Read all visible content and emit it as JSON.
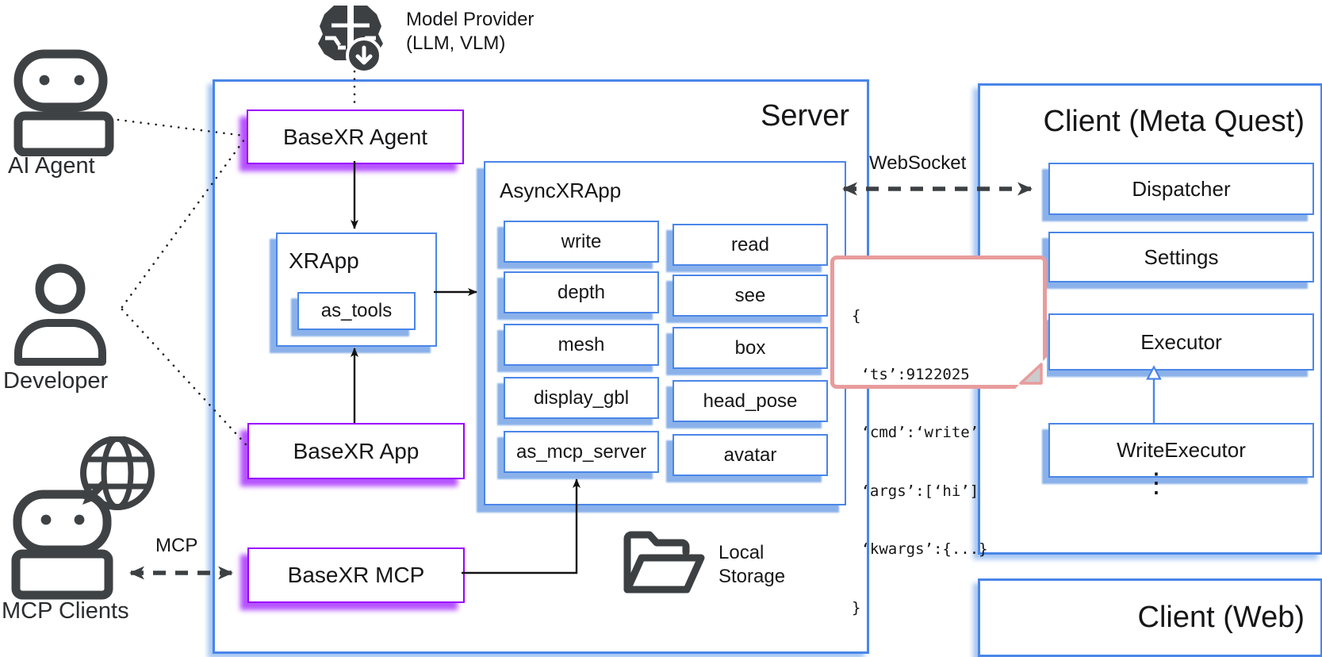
{
  "actors": {
    "ai_agent_label": "AI Agent",
    "developer_label": "Developer",
    "mcp_clients_label": "MCP Clients"
  },
  "model_provider": {
    "line1": "Model Provider",
    "line2": "(LLM, VLM)"
  },
  "server": {
    "title": "Server",
    "basexr_agent_label": "BaseXR Agent",
    "xrapp_label": "XRApp",
    "as_tools_label": "as_tools",
    "basexr_app_label": "BaseXR App",
    "basexr_mcp_label": "BaseXR MCP",
    "async_xrapp": {
      "title": "AsyncXRApp",
      "methods_left": [
        "write",
        "depth",
        "mesh",
        "display_gbl",
        "as_mcp_server"
      ],
      "methods_right": [
        "read",
        "see",
        "box",
        "head_pose",
        "avatar"
      ]
    },
    "local_storage": {
      "line1": "Local",
      "line2": "Storage"
    }
  },
  "labels": {
    "websocket": "WebSocket",
    "mcp": "MCP"
  },
  "message_note": {
    "lines": [
      "{",
      " ‘ts’:9122025",
      " ‘cmd’:‘write’",
      " ‘args’:[‘hi’]",
      " ‘kwargs’:{...}",
      "}"
    ]
  },
  "client_meta_quest": {
    "title": "Client (Meta Quest)",
    "components": [
      "Dispatcher",
      "Settings",
      "Executor",
      "WriteExecutor"
    ],
    "ellipsis": "⋮"
  },
  "client_web": {
    "title": "Client (Web)"
  },
  "colors": {
    "blue": "#4a86e8",
    "blue_shadow": "#8ab1ea",
    "purple": "#9b00ff",
    "purple_shadow": "#b653ff",
    "note_pink": "#e89c9c",
    "icon_gray": "#3d4043"
  }
}
